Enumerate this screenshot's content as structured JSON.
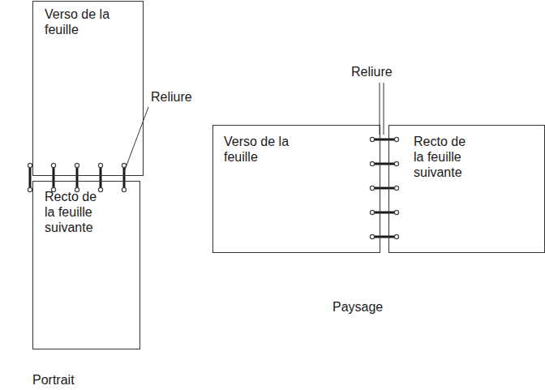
{
  "diagram": {
    "nodes": [
      {
        "text": [
          "Verso de la feuille"
        ]
      },
      {
        "text": [
          "Recto de la feuille suivante"
        ]
      },
      {
        "text": [
          "Verso de la feuille"
        ]
      },
      {
        "text": [
          "Recto de la feuille suivante"
        ]
      }
    ],
    "labels": [
      "Reliure",
      "Reliure",
      "Portrait",
      "Paysage"
    ]
  }
}
